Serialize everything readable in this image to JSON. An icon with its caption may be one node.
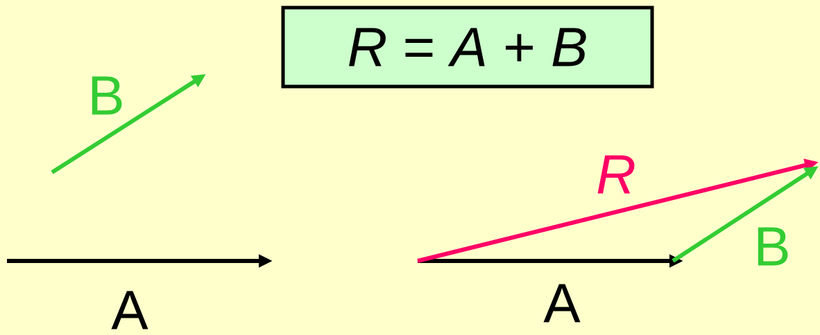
{
  "diagram": {
    "nodes": [
      {
        "text": [
          "*R* = *A* + *B*"
        ]
      }
    ],
    "labels": [
      "B",
      "R",
      "B",
      "A",
      "A"
    ]
  }
}
